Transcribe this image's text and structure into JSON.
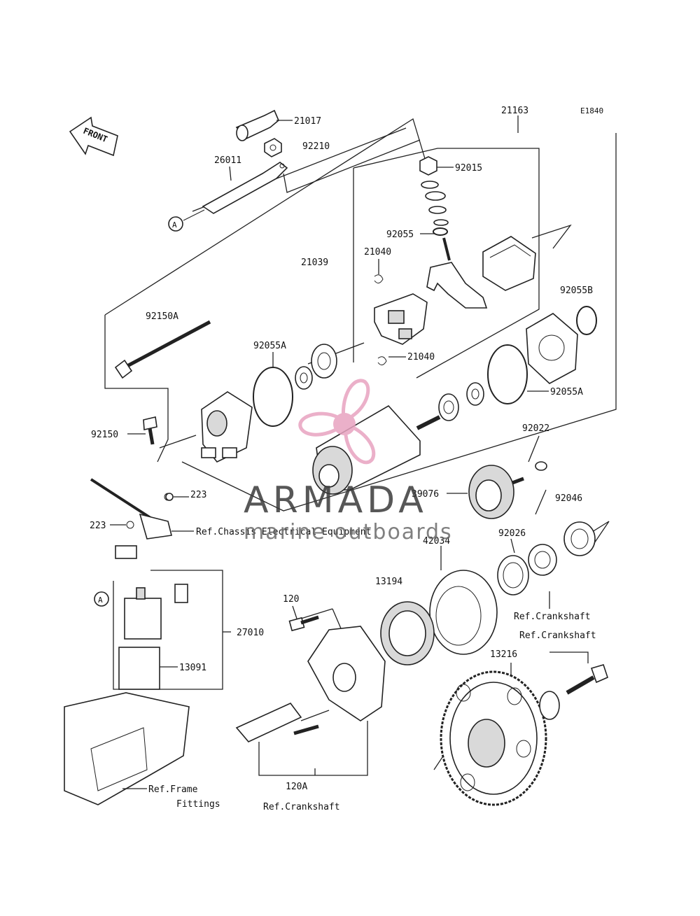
{
  "diagram_code": "E1840",
  "front_marker": "FRONT",
  "ref_marker": "A",
  "parts": {
    "p21017": "21017",
    "p92210": "92210",
    "p26011": "26011",
    "p21163": "21163",
    "p92015": "92015",
    "p92055": "92055",
    "p21039": "21039",
    "p21040a": "21040",
    "p21040b": "21040",
    "p92055B": "92055B",
    "p92150A": "92150A",
    "p92055Aa": "92055A",
    "p92055Ab": "92055A",
    "p92150": "92150",
    "p92022": "92022",
    "p223a": "223",
    "p223b": "223",
    "p39076": "39076",
    "p92046": "92046",
    "p42034": "42034",
    "p92026": "92026",
    "p13194": "13194",
    "p120": "120",
    "p27010": "27010",
    "p13091": "13091",
    "p13216": "13216",
    "p120A": "120A"
  },
  "references": {
    "chassis": "Ref.Chassis Electrical Equipment",
    "crankshaft1": "Ref.Crankshaft",
    "crankshaft2": "Ref.Crankshaft",
    "crankshaft3": "Ref.Crankshaft",
    "frame1": "Ref.Frame",
    "frame2": "Fittings"
  },
  "watermark": {
    "name": "ARMADA",
    "tagline": "marine outboards",
    "color": "#e8a3c0"
  }
}
